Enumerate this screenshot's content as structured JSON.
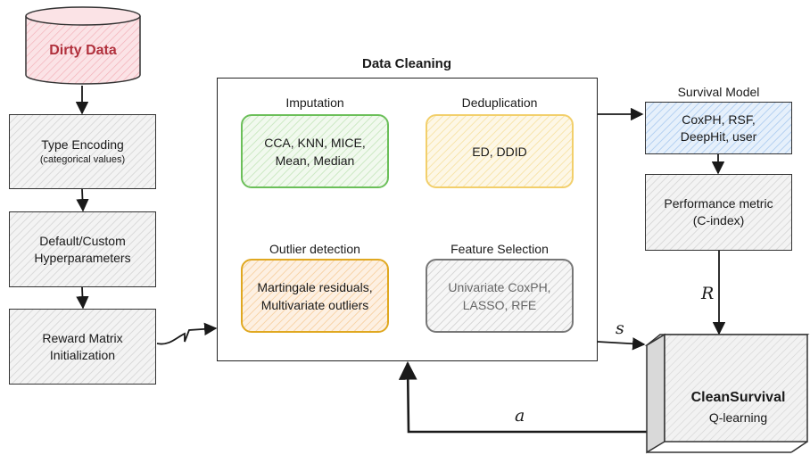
{
  "dirty_data": {
    "label": "Dirty Data"
  },
  "pipeline": {
    "type_encoding": {
      "label": "Type Encoding",
      "sub": "(categorical values)"
    },
    "hyperparameters": {
      "line1": "Default/Custom",
      "line2": "Hyperparameters"
    },
    "reward_matrix": {
      "line1": "Reward Matrix",
      "line2": "Initialization"
    }
  },
  "data_cleaning": {
    "title": "Data Cleaning",
    "imputation": {
      "title": "Imputation",
      "line1": "CCA, KNN, MICE,",
      "line2": "Mean, Median",
      "color": "#6bbf59"
    },
    "deduplication": {
      "title": "Deduplication",
      "line1": "ED, DDID",
      "color": "#f2cf6b"
    },
    "outlier": {
      "title": "Outlier detection",
      "line1": "Martingale residuals,",
      "line2": "Multivariate outliers",
      "color": "#e0a820"
    },
    "feature_selection": {
      "title": "Feature Selection",
      "line1": "Univariate CoxPH,",
      "line2": "LASSO, RFE",
      "color": "#777777"
    }
  },
  "survival_model": {
    "title": "Survival Model",
    "line1": "CoxPH, RSF,",
    "line2": "DeepHit, user"
  },
  "performance": {
    "line1": "Performance metric",
    "line2": "(C-index)"
  },
  "clean_survival": {
    "title": "CleanSurvival",
    "sub": "Q-learning"
  },
  "symbols": {
    "state": "s",
    "reward": "R",
    "action": "a"
  }
}
